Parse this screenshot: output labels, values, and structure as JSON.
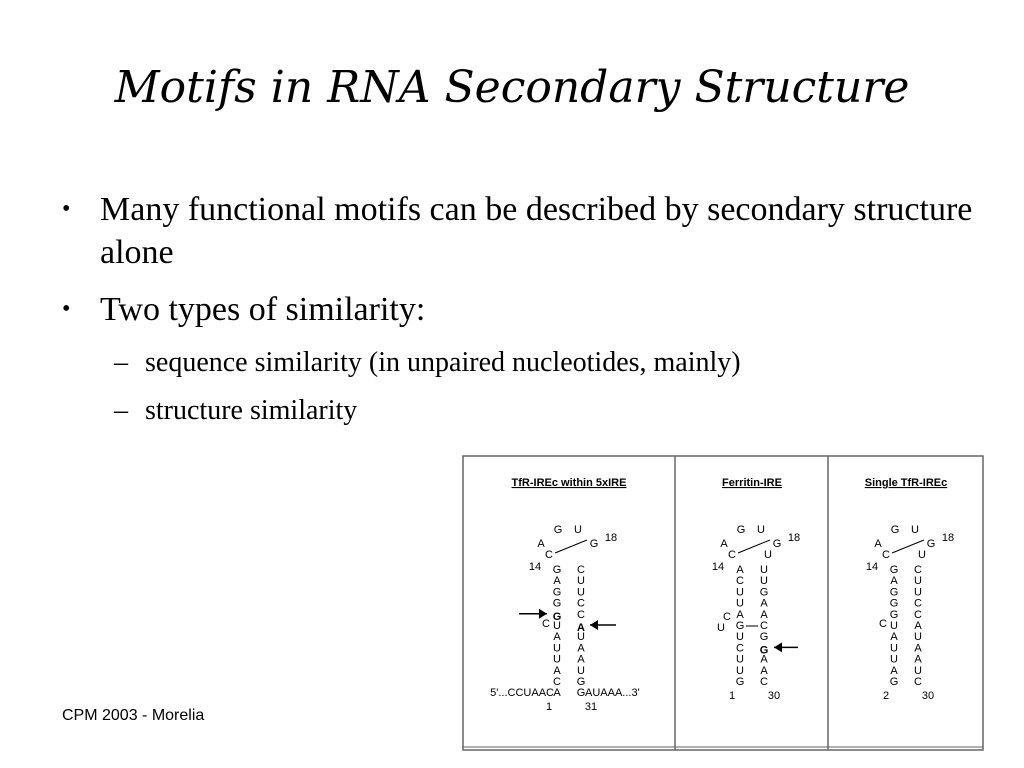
{
  "slide": {
    "title": "Motifs in RNA Secondary Structure",
    "bullets": [
      {
        "text": "Many functional motifs can be described by secondary structure alone"
      },
      {
        "text": "Two types of similarity:"
      }
    ],
    "sub_bullets": [
      {
        "text": "sequence similarity (in unpaired nucleotides, mainly)"
      },
      {
        "text": "structure similarity"
      }
    ],
    "footer": "CPM 2003 - Morelia"
  },
  "figure": {
    "panels": [
      {
        "title": "TfR-IREc within 5xIRE",
        "loop": [
          "G",
          "U",
          "A",
          "G",
          "C"
        ],
        "loop_num_left": "14",
        "loop_num_right": "18",
        "left_stem": [
          "G",
          "A",
          "G",
          "G",
          "G",
          "U",
          "A",
          "U",
          "U",
          "A",
          "C",
          "A"
        ],
        "right_stem": [
          "C",
          "U",
          "U",
          "C",
          "C",
          "A",
          "U",
          "A",
          "A",
          "U",
          "G",
          "G"
        ],
        "bulge": "C",
        "end_left": "1",
        "end_right": "31",
        "flank_5": "5'...CCUAAC",
        "flank_3": "AUAAA...3'"
      },
      {
        "title": "Ferritin-IRE",
        "loop": [
          "G",
          "U",
          "A",
          "G",
          "C",
          "U"
        ],
        "loop_num_left": "14",
        "loop_num_right": "18",
        "left_stem": [
          "A",
          "C",
          "U",
          "U",
          "A",
          "G",
          "U",
          "C",
          "U",
          "U",
          "G"
        ],
        "right_stem": [
          "U",
          "U",
          "G",
          "A",
          "A",
          "C",
          "G",
          "G",
          "A",
          "A",
          "C"
        ],
        "bulge_left": [
          "C",
          "U"
        ],
        "end_left": "1",
        "end_right": "30"
      },
      {
        "title": "Single TfR-IREc",
        "loop": [
          "G",
          "U",
          "A",
          "G",
          "C",
          "U"
        ],
        "loop_num_left": "14",
        "loop_num_right": "18",
        "left_stem": [
          "G",
          "A",
          "G",
          "G",
          "G",
          "U",
          "A",
          "U",
          "U",
          "A",
          "G"
        ],
        "right_stem": [
          "C",
          "U",
          "U",
          "C",
          "C",
          "A",
          "U",
          "A",
          "A",
          "U",
          "C"
        ],
        "bulge": "C",
        "end_left": "2",
        "end_right": "30"
      }
    ]
  }
}
